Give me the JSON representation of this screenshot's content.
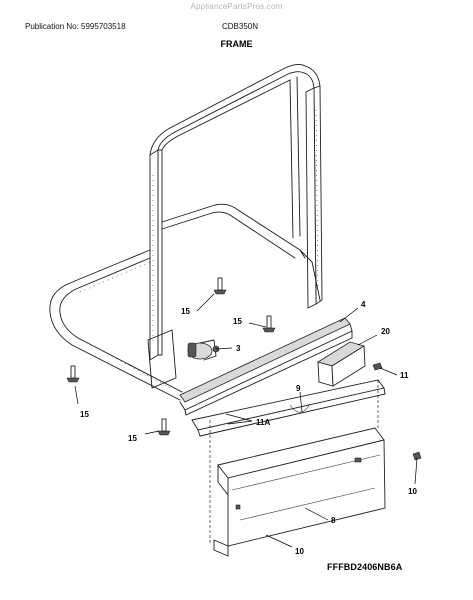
{
  "header": {
    "watermark": "AppliancePartsPros.com",
    "publication": "Publication No: 5995703518",
    "model": "CDB350N",
    "title": "FRAME"
  },
  "footer": {
    "code": "FFFBD2406NB6A"
  },
  "callouts": [
    {
      "id": "c15a",
      "label": "15"
    },
    {
      "id": "c15b",
      "label": "15"
    },
    {
      "id": "c15c",
      "label": "15"
    },
    {
      "id": "c15d",
      "label": "15"
    },
    {
      "id": "c4",
      "label": "4"
    },
    {
      "id": "c20",
      "label": "20"
    },
    {
      "id": "c3",
      "label": "3"
    },
    {
      "id": "c11",
      "label": "11"
    },
    {
      "id": "c9",
      "label": "9"
    },
    {
      "id": "c11a",
      "label": "11A"
    },
    {
      "id": "c10a",
      "label": "10"
    },
    {
      "id": "c8",
      "label": "8"
    },
    {
      "id": "c10b",
      "label": "10"
    }
  ]
}
